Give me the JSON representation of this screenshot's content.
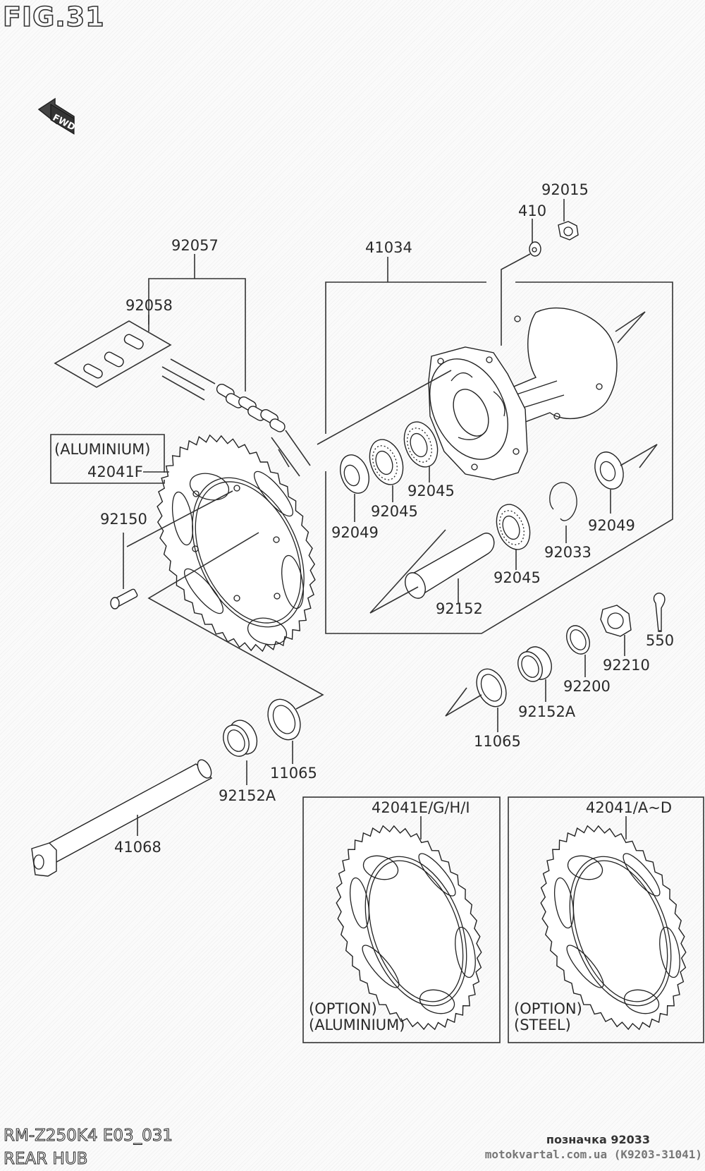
{
  "figure": {
    "title": "FIG.31",
    "fwd_label": "FWD"
  },
  "footer": {
    "model": "RM-Z250K4 E03_031",
    "section": "REAR HUB",
    "note": "позначка 92033",
    "site": "motokvartal.com.ua (K9203-31041)"
  },
  "parts": {
    "p92015": "92015",
    "p410": "410",
    "p92057": "92057",
    "p41034": "41034",
    "p92058": "92058",
    "aluminium_tag": "(ALUMINIUM)",
    "p42041F": "42041F",
    "p92150": "92150",
    "p92049_left": "92049",
    "p92045_a": "92045",
    "p92045_b": "92045",
    "p92049_right": "92049",
    "p92033": "92033",
    "p92045_c": "92045",
    "p92152": "92152",
    "p550": "550",
    "p92210": "92210",
    "p92200": "92200",
    "p92152A_right": "92152A",
    "p11065_right": "11065",
    "p11065_left": "11065",
    "p92152A_left": "92152A",
    "p41068": "41068"
  },
  "options": [
    {
      "part": "42041E/G/H/I",
      "line1": "(OPTION)",
      "line2": "(ALUMINIUM)"
    },
    {
      "part": "42041/A~D",
      "line1": "(OPTION)",
      "line2": "(STEEL)"
    }
  ],
  "colors": {
    "line": "#333333",
    "background": "#fbfbfb",
    "site_text": "#777777"
  }
}
